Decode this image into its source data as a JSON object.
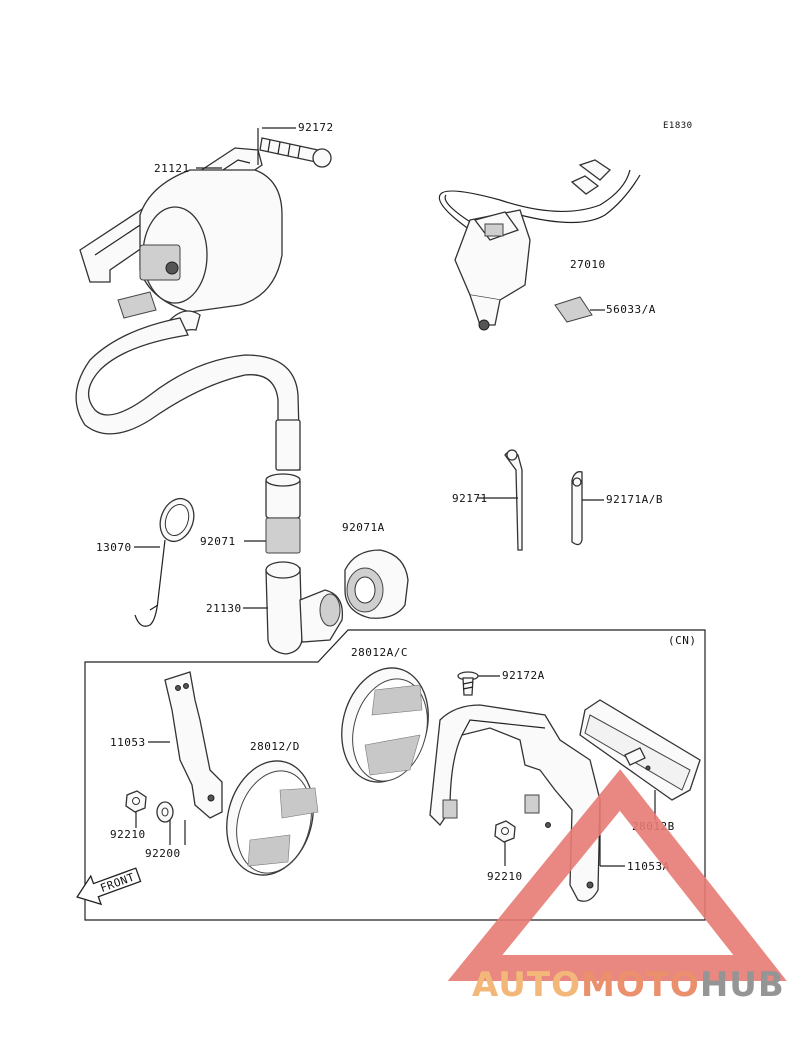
{
  "diagram_code": "E1830",
  "region_note": "(CN)",
  "front_label": "FRONT",
  "parts": {
    "p92172": "92172",
    "p21121": "21121",
    "p27010": "27010",
    "p56033": "56033/A",
    "p92171": "92171",
    "p92171ab": "92171A/B",
    "p13070": "13070",
    "p92071": "92071",
    "p92071a": "92071A",
    "p21130": "21130",
    "p28012ac": "28012A/C",
    "p92172a": "92172A",
    "p11053": "11053",
    "p28012d": "28012/D",
    "p92210a": "92210",
    "p92200": "92200",
    "p92210b": "92210",
    "p28012b": "28012B",
    "p11053a": "11053A"
  },
  "watermark": {
    "part1": "AUTO",
    "part2": "MOTO",
    "part3": "HUB",
    "color1": "#f2b16b",
    "color2": "#e8845e",
    "color3": "#8a8a8a",
    "triangle_color": "#e77b74"
  }
}
